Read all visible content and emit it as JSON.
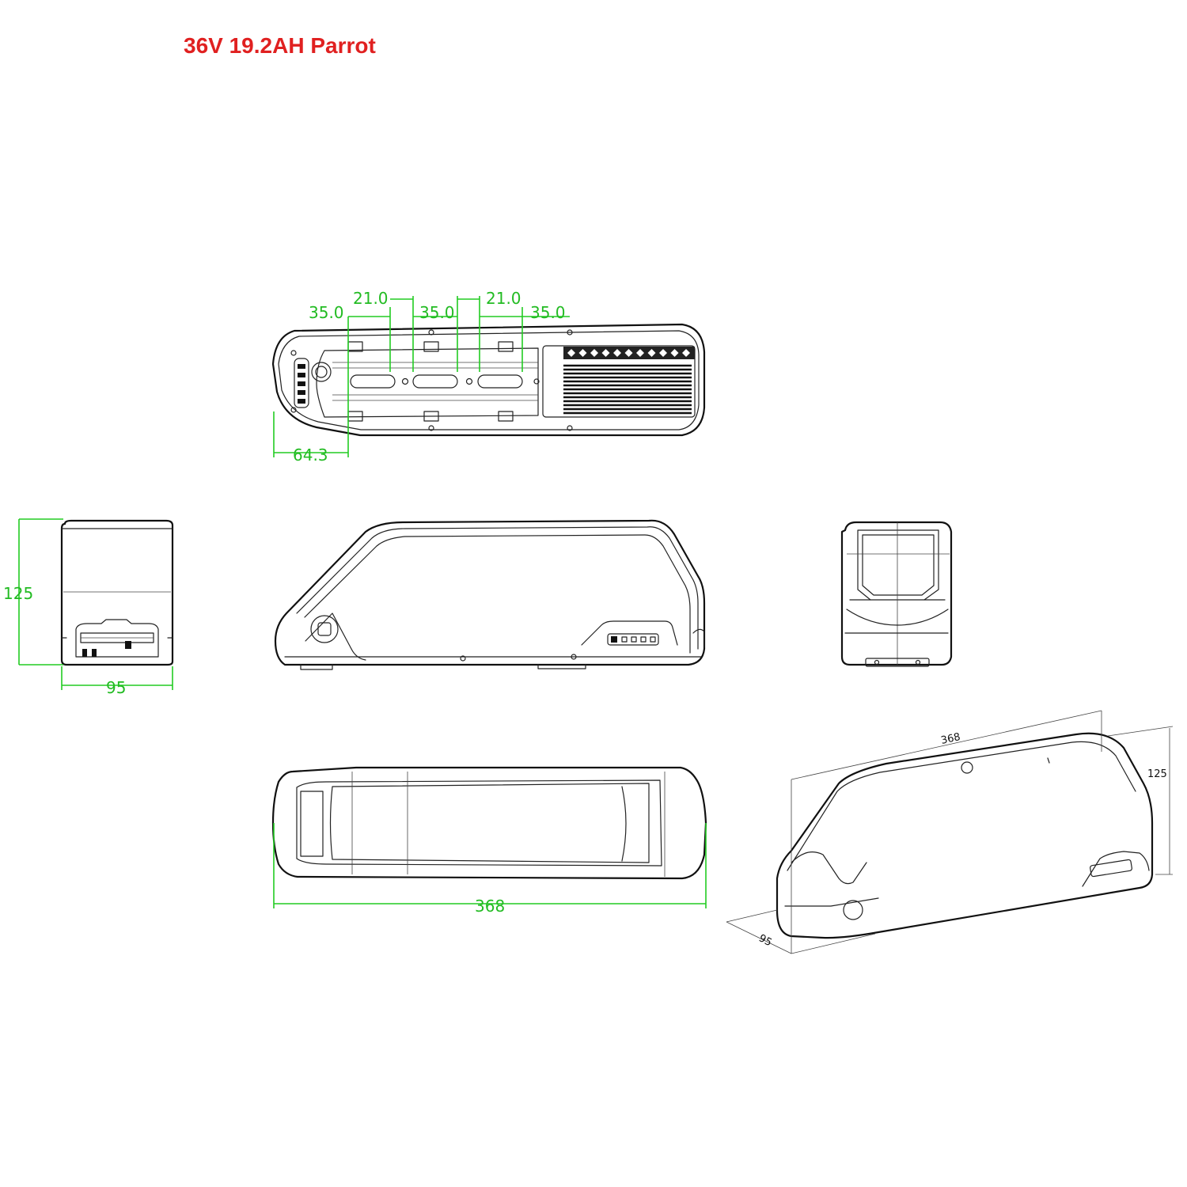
{
  "title": "36V 19.2AH Parrot",
  "colors": {
    "title": "#e02020",
    "dimension": "#22cc22",
    "outline": "#111111"
  },
  "top_view": {
    "dims": {
      "a": "35.0",
      "b": "21.0",
      "c": "35.0",
      "d": "21.0",
      "e": "35.0",
      "offset": "64.3"
    }
  },
  "end_view": {
    "height": "125",
    "width": "95"
  },
  "bottom_view": {
    "length": "368"
  },
  "iso_view": {
    "length": "368",
    "height": "125",
    "width": "95"
  }
}
